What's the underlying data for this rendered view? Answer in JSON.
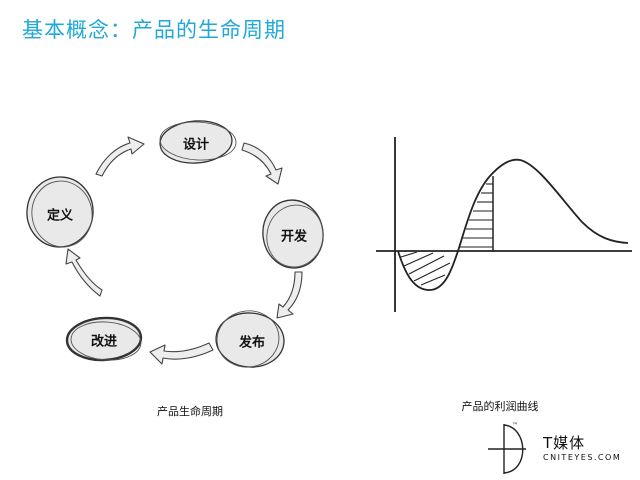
{
  "title": "基本概念：产品的生命周期",
  "cycle": {
    "nodes": [
      {
        "id": "design",
        "label": "设计"
      },
      {
        "id": "develop",
        "label": "开发"
      },
      {
        "id": "release",
        "label": "发布"
      },
      {
        "id": "improve",
        "label": "改进"
      },
      {
        "id": "define",
        "label": "定义"
      }
    ],
    "caption": "产品生命周期"
  },
  "profit_curve": {
    "caption": "产品的利润曲线"
  },
  "logo": {
    "name": "T媒体",
    "domain": "CNITEYES.COM",
    "trademark": "™"
  },
  "colors": {
    "title": "#1fa8d8",
    "ink": "#111111",
    "node_fill": "#e9e9e9",
    "arrow_fill": "#eeeeee"
  }
}
